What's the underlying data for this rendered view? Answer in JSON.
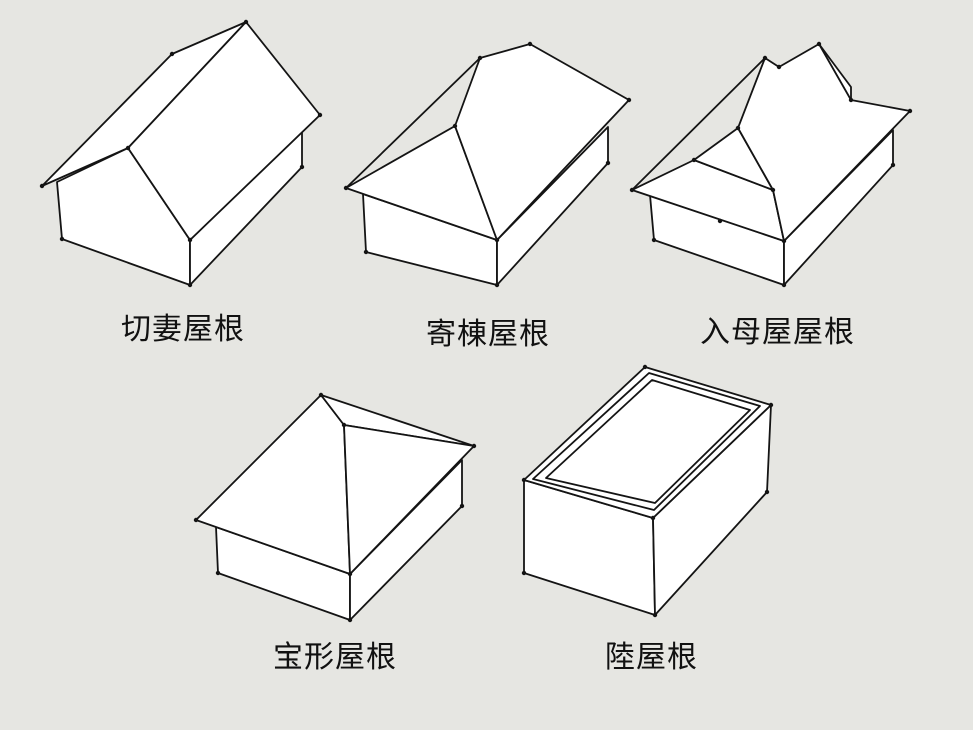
{
  "diagram": {
    "background_color": "#e6e6e2",
    "line_color": "#141414",
    "fill_color": "#ffffff",
    "roofs": [
      {
        "id": "kirizuma",
        "label": "切妻屋根"
      },
      {
        "id": "yosemune",
        "label": "寄棟屋根"
      },
      {
        "id": "irimoya",
        "label": "入母屋屋根"
      },
      {
        "id": "hogyo",
        "label": "宝形屋根"
      },
      {
        "id": "rikuyane",
        "label": "陸屋根"
      }
    ]
  }
}
